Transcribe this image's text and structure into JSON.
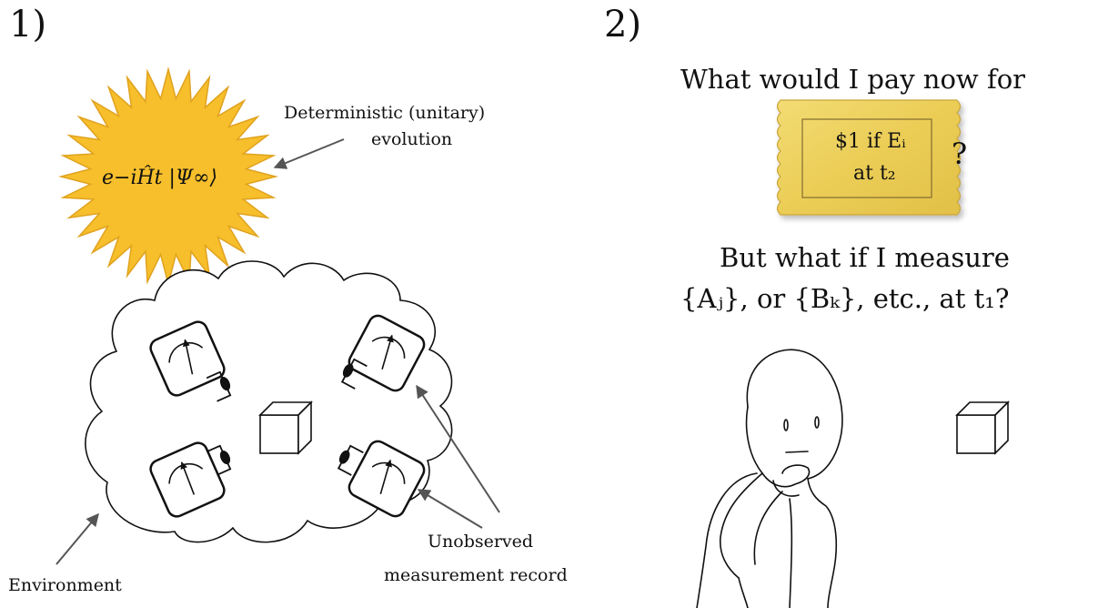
{
  "panel1": {
    "number": "1)",
    "sun_formula": "e−iĤt |Ψ∞⟩",
    "deterministic_line1": "Deterministic (unitary)",
    "deterministic_line2": "evolution",
    "environment": "Environment",
    "unobserved_line1": "Unobserved",
    "unobserved_line2": "measurement record"
  },
  "panel2": {
    "number": "2)",
    "question": "What would I pay now for",
    "ticket_line1": "$1 if Eᵢ",
    "ticket_line2": "at t₂",
    "ticket_question_mark": "?",
    "measure_line1": "But what if I measure",
    "measure_line2": "{Aⱼ}, or {Bₖ}, etc., at t₁?"
  },
  "colors": {
    "sun_fill": "#f6bf2b",
    "sun_stroke": "#e7a520",
    "ticket_fill": "#edd05a",
    "ticket_edge": "#c9a43a",
    "ink": "#111111"
  },
  "icons": [
    "sun-burst",
    "cloud",
    "measuring-device",
    "eye",
    "cube",
    "thinking-person",
    "ticket"
  ]
}
